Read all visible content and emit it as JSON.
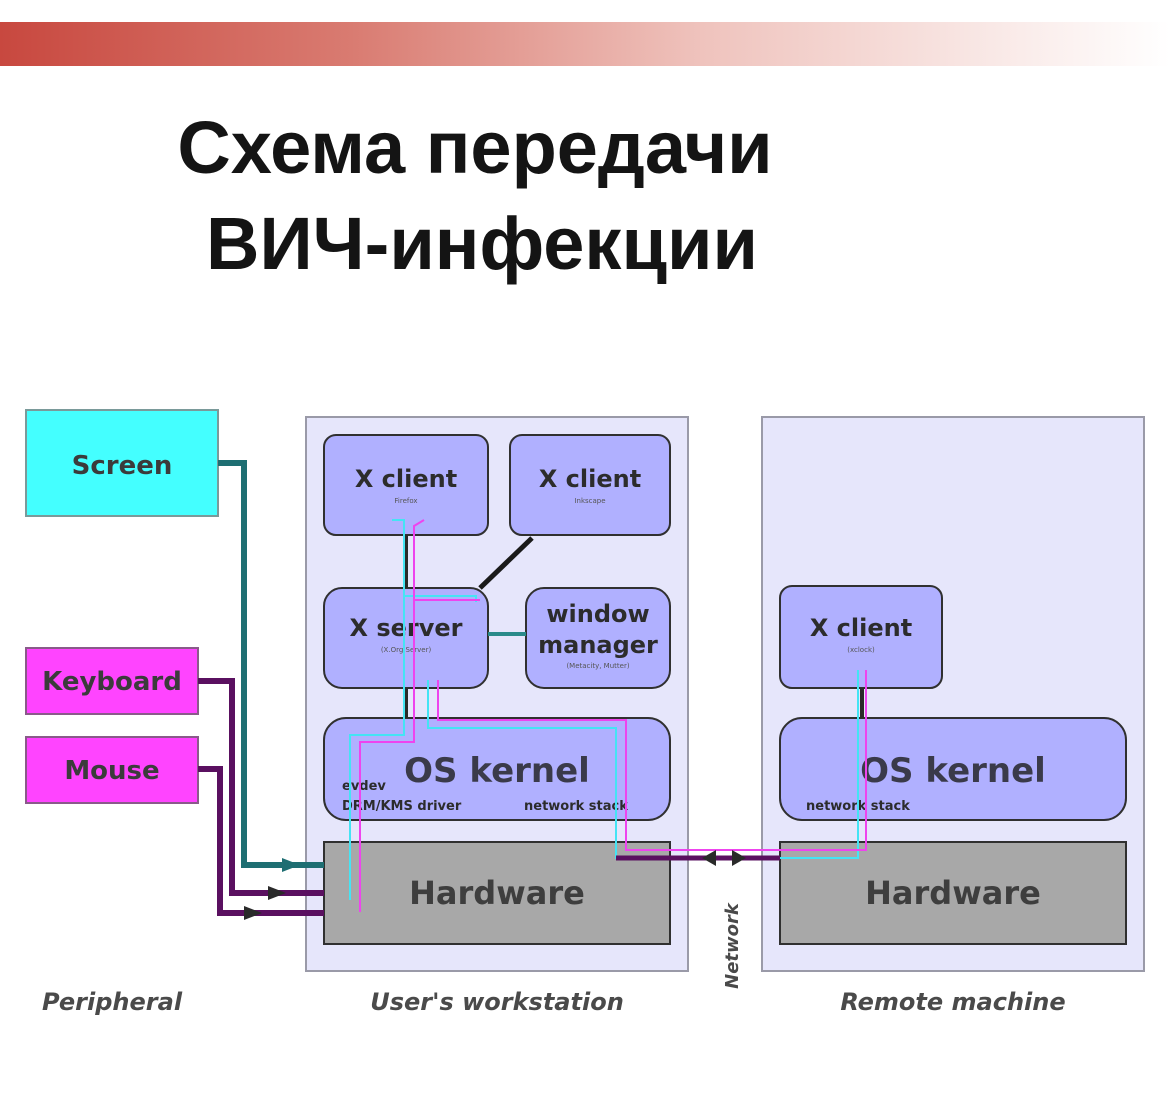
{
  "title": {
    "line1": "Схема передачи",
    "line2": "ВИЧ-инфекции"
  },
  "peripherals": {
    "screen": "Screen",
    "keyboard": "Keyboard",
    "mouse": "Mouse"
  },
  "workstation": {
    "x_client_1": "X client",
    "x_client_1_sub": "Firefox",
    "x_client_2": "X client",
    "x_client_2_sub": "Inkscape",
    "x_server": "X server",
    "x_server_sub": "(X.Org Server)",
    "window_manager_line1": "window",
    "window_manager_line2": "manager",
    "window_manager_sub": "(Metacity, Mutter)",
    "os_kernel": "OS kernel",
    "evdev": "evdev",
    "drm_driver": "DRM/KMS driver",
    "network_stack": "network stack",
    "hardware": "Hardware"
  },
  "remote": {
    "x_client": "X client",
    "x_client_sub": "(xclock)",
    "os_kernel": "OS kernel",
    "network_stack": "network stack",
    "hardware": "Hardware"
  },
  "captions": {
    "peripheral": "Peripheral",
    "workstation": "User's workstation",
    "network": "Network",
    "remote": "Remote machine"
  },
  "colors": {
    "screen_fill": "#44ffff",
    "peripheral_fill": "#ff44ff",
    "component_fill": "#b0b0ff",
    "container_fill": "#e6e6fb",
    "hardware_fill": "#a8a8a8",
    "line_teal": "#1e6e72",
    "line_purple": "#5a1060",
    "line_cyan": "#44e4f4",
    "line_magenta": "#ee44ee",
    "title_band": "#c8483f"
  }
}
